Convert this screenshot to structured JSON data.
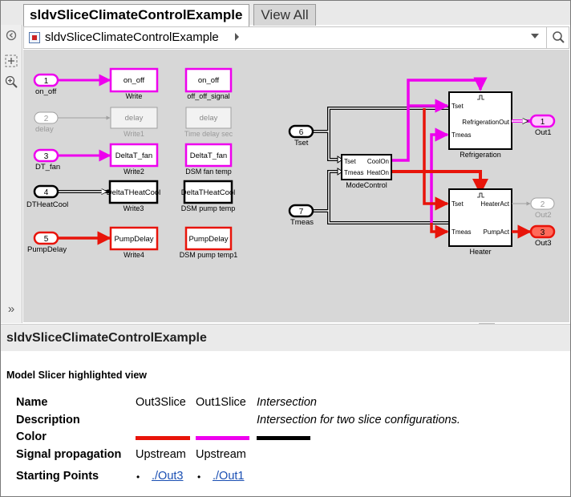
{
  "tabs": [
    {
      "label": "sldvSliceClimateControlExample",
      "active": true
    },
    {
      "label": "View All",
      "active": false
    }
  ],
  "address": {
    "path": "sldvSliceClimateControlExample"
  },
  "toolbar_icons": [
    "hide-explorer-icon",
    "fit-to-view-icon",
    "zoom-in-icon",
    "expand-icon"
  ],
  "diagram": {
    "inports": [
      {
        "num": "1",
        "label": "on_off"
      },
      {
        "num": "2",
        "label": "delay"
      },
      {
        "num": "3",
        "label": "DT_fan"
      },
      {
        "num": "4",
        "label": "DTHeatCool"
      },
      {
        "num": "5",
        "label": "PumpDelay"
      },
      {
        "num": "6",
        "label": "Tset"
      },
      {
        "num": "7",
        "label": "Tmeas"
      }
    ],
    "writes": [
      {
        "text": "on_off",
        "label": "Write"
      },
      {
        "text": "delay",
        "label": "Write1"
      },
      {
        "text": "DeltaT_fan",
        "label": "Write2"
      },
      {
        "text": "DeltaTHeatCool",
        "label": "Write3"
      },
      {
        "text": "PumpDelay",
        "label": "Write4"
      }
    ],
    "stores": [
      {
        "text": "on_off",
        "label": "off_off_signal"
      },
      {
        "text": "delay",
        "label": "Time delay sec"
      },
      {
        "text": "DeltaT_fan",
        "label": "DSM fan temp"
      },
      {
        "text": "DeltaTHeatCool",
        "label": "DSM pump temp"
      },
      {
        "text": "PumpDelay",
        "label": "DSM pump temp1"
      }
    ],
    "mode_control": {
      "label": "ModeControl",
      "in1": "Tset",
      "in2": "Tmeas",
      "out1": "CoolOn",
      "out2": "HeatOn"
    },
    "refrigeration": {
      "label": "Refrigeration",
      "in1": "Tset",
      "in2": "Tmeas",
      "out1": "RefrigerationOut"
    },
    "heater": {
      "label": "Heater",
      "in1": "Tset",
      "in2": "Tmeas",
      "out1": "HeaterAct",
      "out2": "PumpAct"
    },
    "outports": [
      {
        "num": "1",
        "label": "Out1"
      },
      {
        "num": "2",
        "label": "Out2"
      },
      {
        "num": "3",
        "label": "Out3"
      }
    ]
  },
  "report": {
    "title": "sldvSliceClimateControlExample",
    "heading": "Model Slicer highlighted view",
    "labels": {
      "name": "Name",
      "description": "Description",
      "color": "Color",
      "propagation": "Signal propagation",
      "starting": "Starting Points"
    },
    "slices": [
      {
        "name": "Out3Slice",
        "color": "#e8140a",
        "propagation": "Upstream",
        "starting_point": "./Out3"
      },
      {
        "name": "Out1Slice",
        "color": "#ee00ee",
        "propagation": "Upstream",
        "starting_point": "./Out1"
      }
    ],
    "intersection": {
      "name": "Intersection",
      "description": "Intersection for two slice configurations.",
      "color": "#000000"
    },
    "bullet": "•"
  },
  "colors": {
    "slice_red": "#e8140a",
    "slice_magenta": "#ee00ee",
    "inactive_gray": "#9b9b9b"
  }
}
